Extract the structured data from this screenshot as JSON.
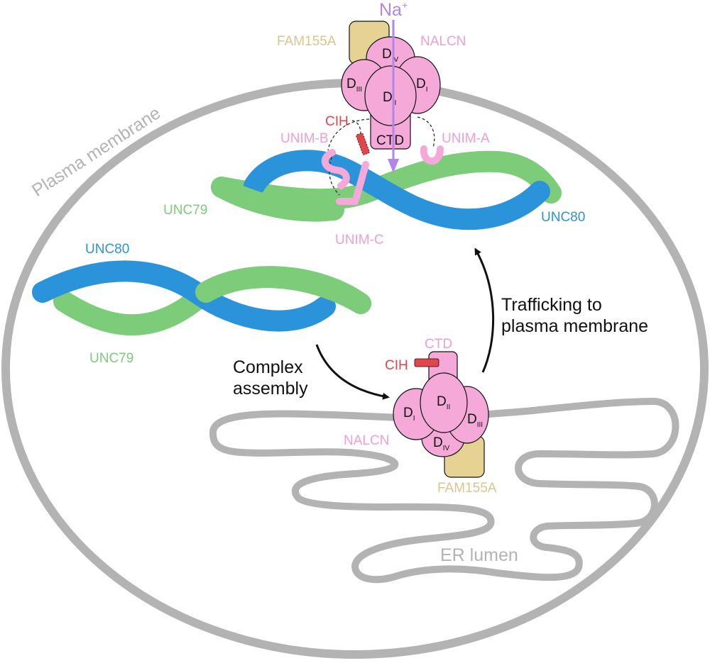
{
  "colors": {
    "membrane": "#b3b3b3",
    "unc80": "#2b93d9",
    "unc79": "#7ccc7a",
    "nalcn_fill": "#f5a9d9",
    "nalcn_label": "#ee9fd2",
    "fam155a_fill": "#e6d394",
    "fam155a_label": "#dcc58a",
    "cih": "#e0464a",
    "sodium": "#b286e6",
    "arrow": "#111111"
  },
  "labels": {
    "plasma_membrane": "Plasma membrane",
    "sodium": "Na",
    "sodium_charge": "+",
    "er_lumen": "ER lumen",
    "complex_assembly_line1": "Complex",
    "complex_assembly_line2": "assembly",
    "trafficking_line1": "Trafficking to",
    "trafficking_line2": "plasma membrane"
  },
  "top_complex": {
    "fam155a": "FAM155A",
    "nalcn": "NALCN",
    "cih": "CIH",
    "ctd": "CTD",
    "unim_a": "UNIM-A",
    "unim_b": "UNIM-B",
    "unim_c": "UNIM-C",
    "unc79": "UNC79",
    "unc80": "UNC80",
    "domains": {
      "d1": "I",
      "d2": "II",
      "d3": "III",
      "d4": "IV",
      "prefix": "D"
    }
  },
  "free_complex": {
    "unc80": "UNC80",
    "unc79": "UNC79"
  },
  "er_channel": {
    "fam155a": "FAM155A",
    "nalcn": "NALCN",
    "cih": "CIH",
    "ctd": "CTD",
    "domains": {
      "d1": "I",
      "d2": "II",
      "d3": "III",
      "d4": "IV",
      "prefix": "D"
    }
  }
}
